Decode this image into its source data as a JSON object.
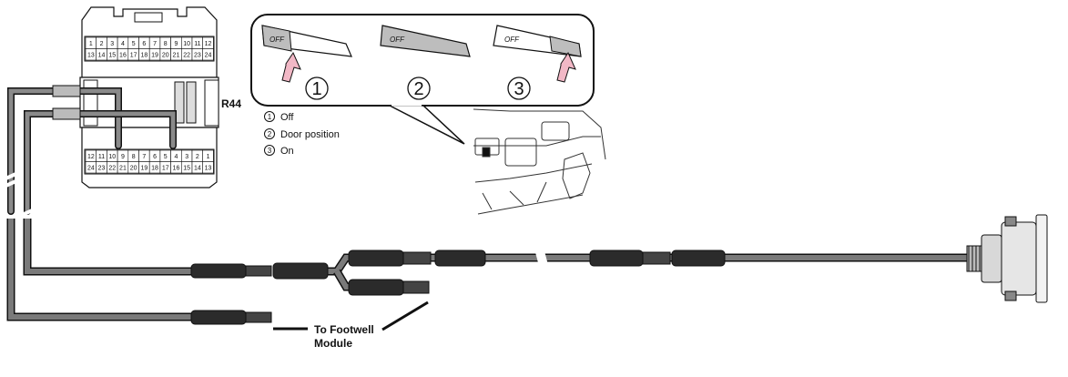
{
  "connector": {
    "label": "R44",
    "top_row_1": [
      "1",
      "2",
      "3",
      "4",
      "5",
      "6",
      "7",
      "8",
      "9",
      "10",
      "11",
      "12"
    ],
    "top_row_2": [
      "13",
      "14",
      "15",
      "16",
      "17",
      "18",
      "19",
      "20",
      "21",
      "22",
      "23",
      "24"
    ],
    "bottom_row_1": [
      "12",
      "11",
      "10",
      "9",
      "8",
      "7",
      "6",
      "5",
      "4",
      "3",
      "2",
      "1"
    ],
    "bottom_row_2": [
      "24",
      "23",
      "22",
      "21",
      "20",
      "19",
      "18",
      "17",
      "16",
      "15",
      "14",
      "13"
    ]
  },
  "switch_panel": {
    "off_text": "OFF",
    "steps": [
      "1",
      "2",
      "3"
    ]
  },
  "legend": [
    {
      "num": "1",
      "text": "Off"
    },
    {
      "num": "2",
      "text": "Door position"
    },
    {
      "num": "3",
      "text": "On"
    }
  ],
  "callout": {
    "line1": "To Footwell",
    "line2": "Module"
  },
  "colors": {
    "wire": "#555555",
    "plug": "#2b2b2b",
    "outline": "#111111",
    "arrow_fill": "#f2b8c6",
    "panel_bg": "#ffffff"
  }
}
